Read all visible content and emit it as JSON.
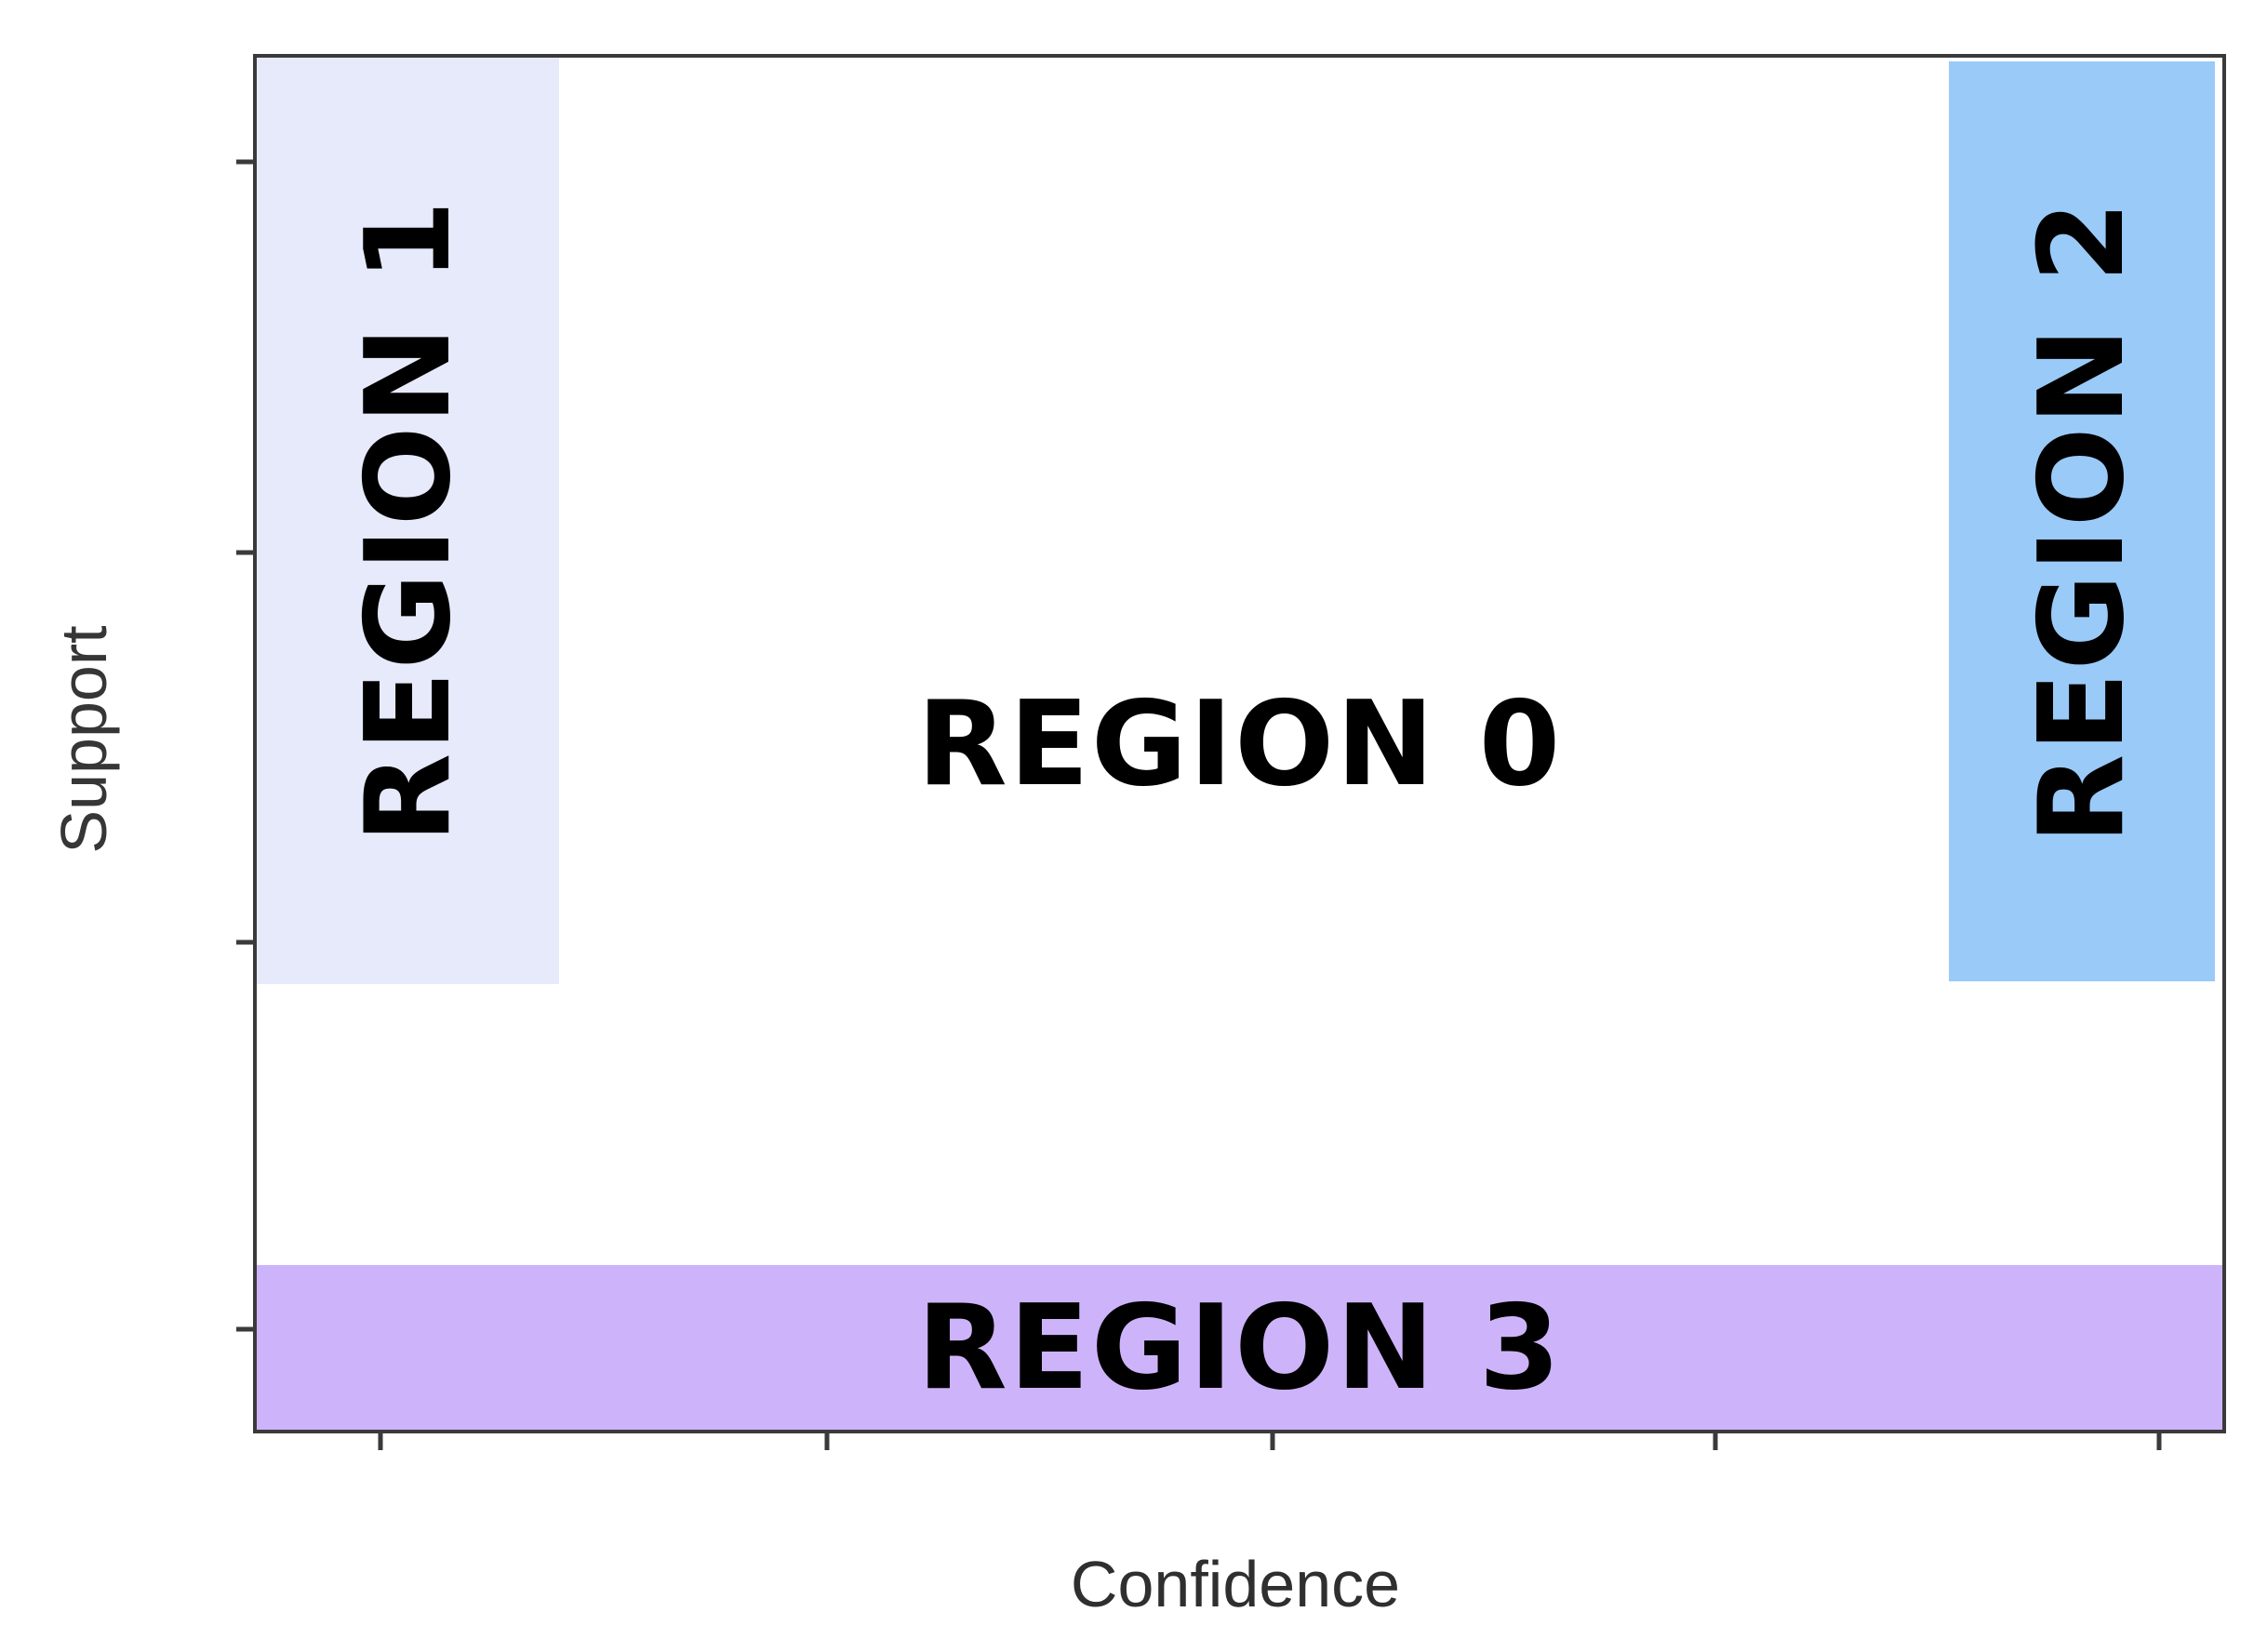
{
  "chart_data": {
    "type": "area",
    "title": "",
    "xlabel": "Confidence",
    "ylabel": "Support",
    "legend": "none",
    "grid": false,
    "axes_color": "#3a3a3a",
    "plot_background": "#ffffff",
    "x_axis": {
      "tick_labels": [],
      "ticks_fraction": [
        0.063,
        0.29,
        0.517,
        0.742,
        0.968
      ]
    },
    "y_axis": {
      "tick_labels": [],
      "ticks_fraction": [
        0.076,
        0.361,
        0.645,
        0.927
      ]
    },
    "regions": [
      {
        "label": "REGION 0",
        "fill": "#ffffff",
        "text_color": "#000000",
        "orientation": "horizontal",
        "x": 0,
        "y": 0,
        "w": 1,
        "h": 1
      },
      {
        "label": "REGION 1",
        "fill": "#e7eafa",
        "text_color": "#000000",
        "orientation": "vertical",
        "x": 0,
        "y": 0,
        "w": 0.154,
        "h": 0.675
      },
      {
        "label": "REGION 2",
        "fill": "#9acaf8",
        "text_color": "#000000",
        "orientation": "vertical",
        "x": 0.861,
        "y": 0.003,
        "w": 0.135,
        "h": 0.67
      },
      {
        "label": "REGION 3",
        "fill": "#cdb4fa",
        "text_color": "#000000",
        "orientation": "horizontal",
        "x": 0,
        "y": 0.88,
        "w": 1,
        "h": 0.12
      }
    ]
  }
}
